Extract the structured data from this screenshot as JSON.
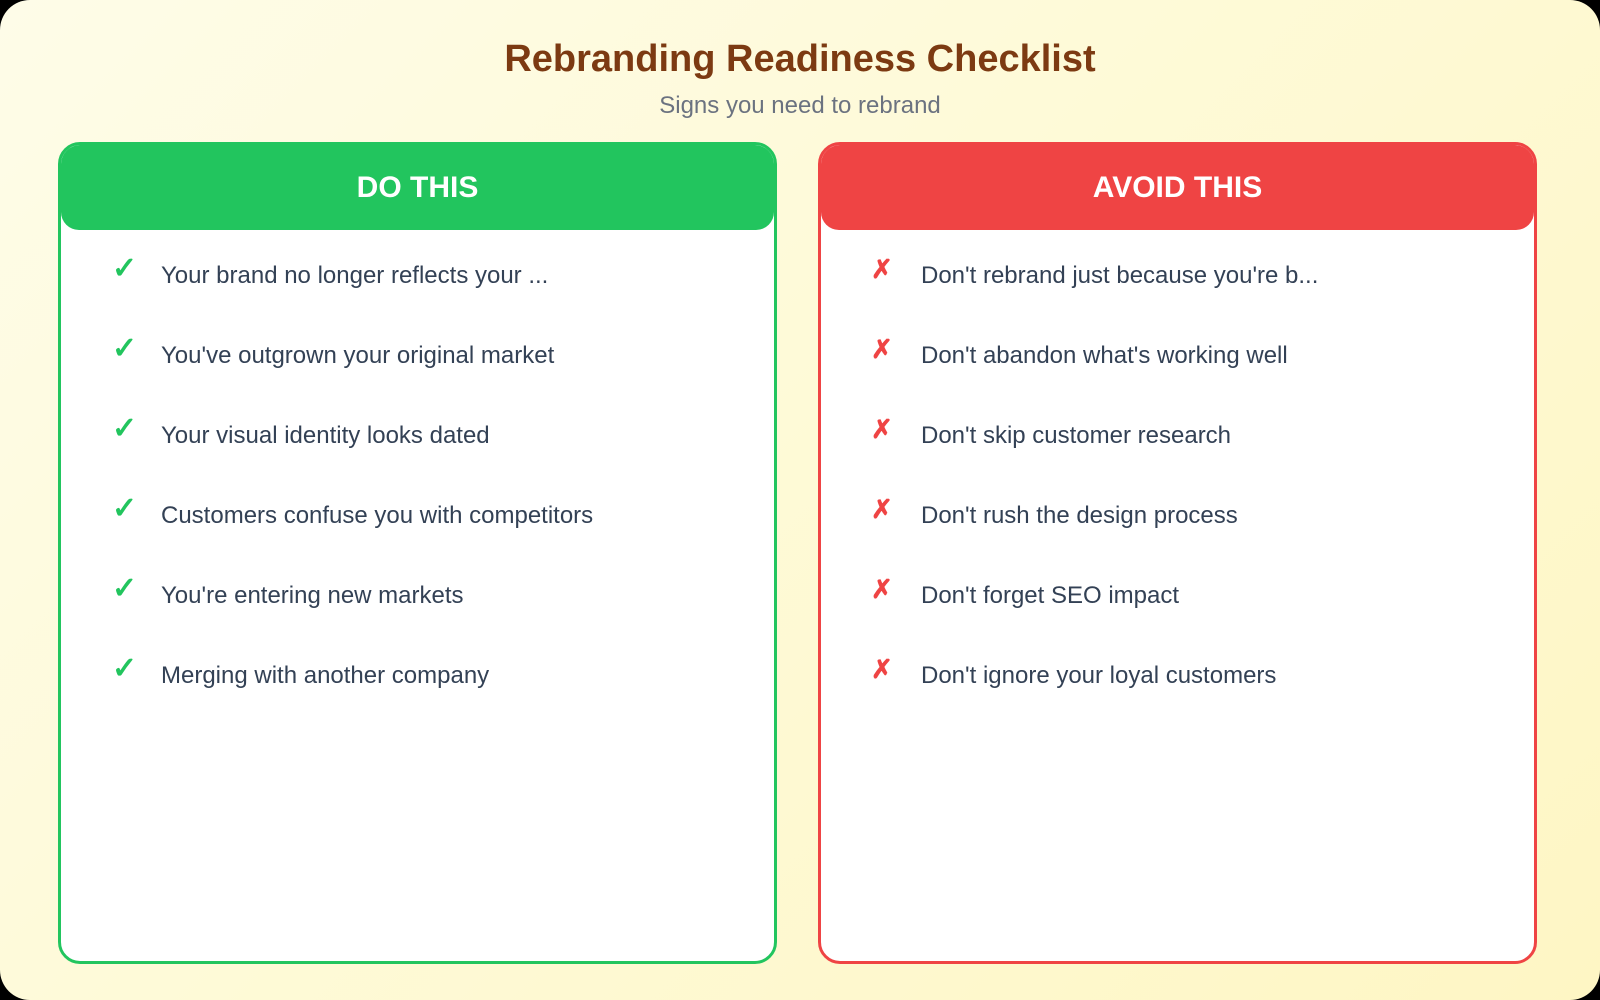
{
  "header": {
    "title": "Rebranding Readiness Checklist",
    "subtitle": "Signs you need to rebrand"
  },
  "colors": {
    "title": "#7c3a12",
    "do_accent": "#22c55e",
    "avoid_accent": "#ef4444",
    "item_text": "#334155",
    "subtitle": "#6b7280"
  },
  "do_column": {
    "heading": "DO THIS",
    "icon": "check-icon",
    "icon_glyph": "✓",
    "items": [
      "Your brand no longer reflects your ...",
      "You've outgrown your original market",
      "Your visual identity looks dated",
      "Customers confuse you with competitors",
      "You're entering new markets",
      "Merging with another company"
    ]
  },
  "avoid_column": {
    "heading": "AVOID THIS",
    "icon": "cross-icon",
    "icon_glyph": "✗",
    "items": [
      "Don't rebrand just because you're b...",
      "Don't abandon what's working well",
      "Don't skip customer research",
      "Don't rush the design process",
      "Don't forget SEO impact",
      "Don't ignore your loyal customers"
    ]
  }
}
